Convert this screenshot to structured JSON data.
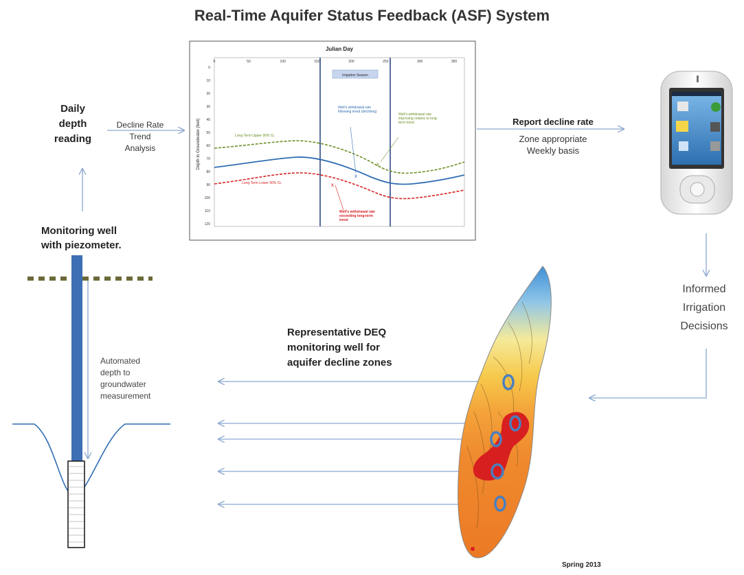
{
  "title": "Real-Time Aquifer Status Feedback (ASF) System",
  "daily_reading": [
    "Daily",
    "depth",
    "reading"
  ],
  "decline_analysis": [
    "Decline Rate",
    "Trend",
    "Analysis"
  ],
  "chart": {
    "xlabel": "Julian Day",
    "ylabel": "Depth to Groundwater (feet)",
    "x_ticks": [
      "0",
      "50",
      "100",
      "150",
      "200",
      "250",
      "300",
      "350"
    ],
    "y_ticks": [
      "0",
      "10",
      "20",
      "30",
      "40",
      "50",
      "60",
      "70",
      "80",
      "90",
      "100",
      "110",
      "120"
    ],
    "irrigation_season": "Irrigation Season",
    "upper_ci": "Long-Term Upper 90% CL",
    "lower_ci": "Long-Term Lower 90% CL",
    "annot_blue": "Well's withdrawal rate following trend (declining)",
    "annot_green": "Well's withdrawal rate improving relative to long-term trend",
    "annot_red": "Well's withdrawal rate exceeding long-term trend",
    "colors": {
      "upper": "#6b8e23",
      "mean": "#2f6db3",
      "lower": "#d62020"
    }
  },
  "report": {
    "heading": "Report decline rate",
    "line1": "Zone appropriate",
    "line2": "Weekly basis"
  },
  "informed": [
    "Informed",
    "Irrigation",
    "Decisions"
  ],
  "monitoring_well": [
    "Monitoring well",
    "with piezometer."
  ],
  "automated": [
    "Automated",
    "depth to",
    "groundwater",
    "measurement"
  ],
  "representative": [
    "Representative DEQ",
    "monitoring well for",
    "aquifer decline zones"
  ],
  "footer": "Spring 2013",
  "colors": {
    "arrow": "#8aa6cf",
    "well_pipe": "#3d6fb5",
    "ground_dash": "#6b6a3a"
  }
}
